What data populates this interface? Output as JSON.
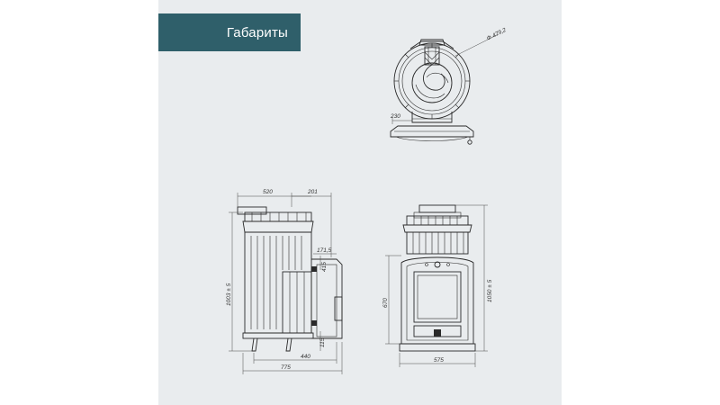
{
  "header": {
    "title": "Габариты"
  },
  "colors": {
    "header_bg": "#2f5f6a",
    "slide_bg": "#e9ecee",
    "line": "#2a2a2a"
  },
  "dimensions": {
    "top_diameter": "Ф 479,2",
    "top_flange": "230",
    "side_top_depth": "520",
    "side_door_depth": "201",
    "side_right_small": "171,5",
    "side_right_gap": "415",
    "side_height": "1003 ± 5",
    "side_bottom_small": "115",
    "side_bottom_inner": "440",
    "side_total_depth": "775",
    "front_door_height": "670",
    "front_height": "1050 ± 5",
    "front_width": "575"
  }
}
